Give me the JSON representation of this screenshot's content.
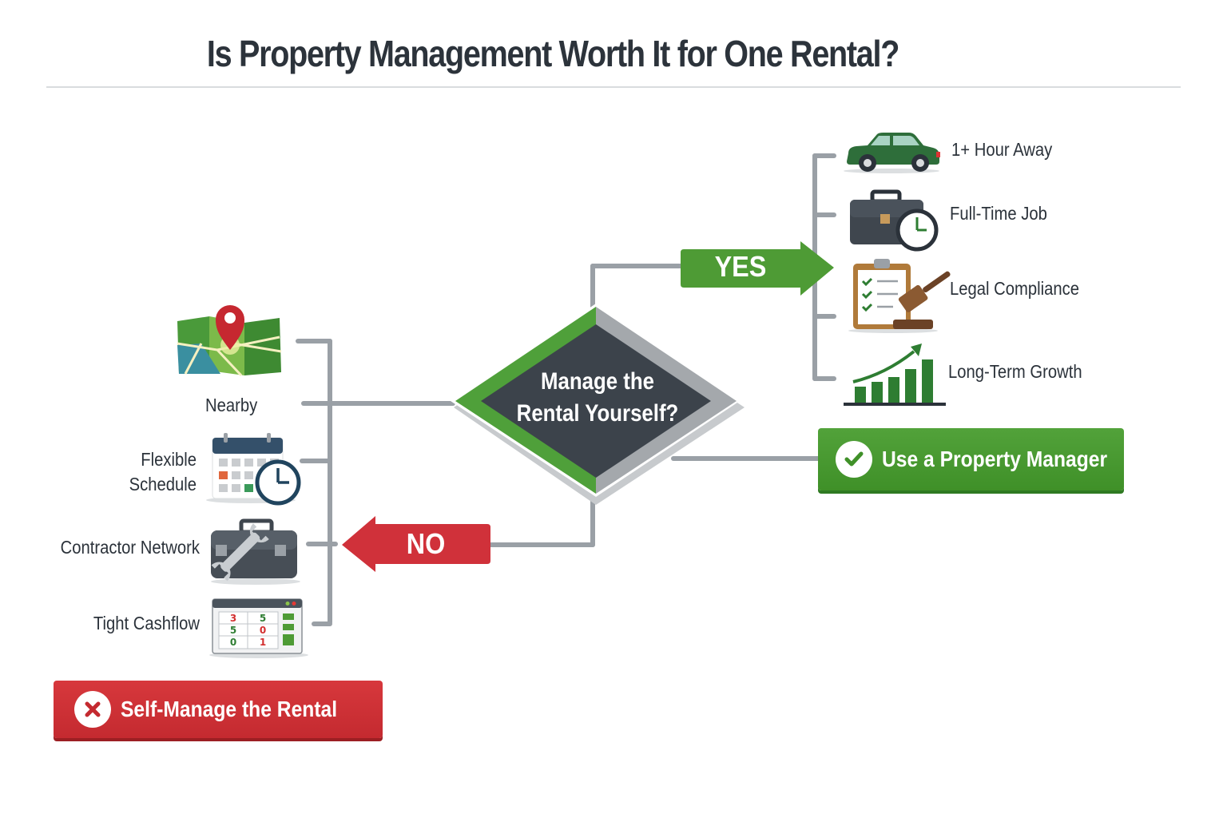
{
  "header": {
    "title": "Is Property Management Worth It for One Rental?"
  },
  "decision": {
    "question": "Manage the Rental Yourself?",
    "question_line1": "Manage the",
    "question_line2": "Rental Yourself?"
  },
  "branches": {
    "yes": {
      "label": "YES",
      "color": "#4e9b35"
    },
    "no": {
      "label": "NO",
      "color": "#d0313a"
    }
  },
  "yes_factors": [
    {
      "label": "1+ Hour Away",
      "icon": "car-icon"
    },
    {
      "label": "Full-Time Job",
      "icon": "briefcase-clock-icon"
    },
    {
      "label": "Legal Compliance",
      "icon": "clipboard-gavel-icon"
    },
    {
      "label": "Long-Term Growth",
      "icon": "growth-chart-icon"
    }
  ],
  "no_factors": [
    {
      "label": "Nearby",
      "icon": "map-pin-icon"
    },
    {
      "label": "Flexible Schedule",
      "line1": "Flexible",
      "line2": "Schedule",
      "icon": "calendar-clock-icon"
    },
    {
      "label": "Contractor Network",
      "icon": "toolbox-wrench-icon"
    },
    {
      "label": "Tight Cashflow",
      "icon": "spreadsheet-icon"
    }
  ],
  "outcomes": {
    "yes": {
      "label": "Use a Property Manager",
      "icon": "check-circle-icon",
      "color": "#4a9c32"
    },
    "no": {
      "label": "Self-Manage the Rental",
      "icon": "x-circle-icon",
      "color": "#cf3036"
    }
  },
  "spreadsheet_values": [
    "3",
    "5",
    "5",
    "0",
    "0",
    "1"
  ],
  "colors": {
    "text": "#2c333b",
    "connector": "#9aa0a6",
    "diamond_fill": "#3c434b",
    "green": "#4e9b35",
    "red": "#d0313a"
  }
}
